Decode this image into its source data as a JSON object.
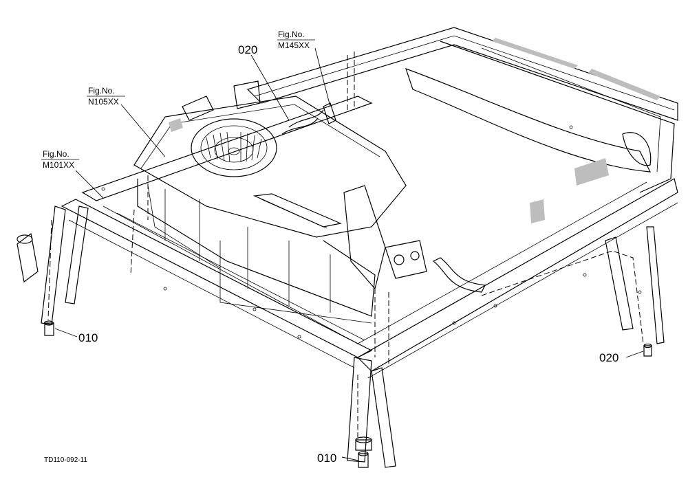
{
  "callouts": {
    "c020_top": "020",
    "c020_right": "020",
    "c010_left": "010",
    "c010_bottom": "010"
  },
  "figrefs": {
    "m145": {
      "line1": "Fig.No.",
      "line2": "M145XX"
    },
    "n105": {
      "line1": "Fig.No.",
      "line2": "N105XX"
    },
    "m101": {
      "line1": "Fig.No.",
      "line2": "M101XX"
    }
  },
  "drawing_id": "TD110-092-11",
  "colors": {
    "line": "#000000",
    "shade": "#bdbdbd",
    "background": "#ffffff"
  }
}
